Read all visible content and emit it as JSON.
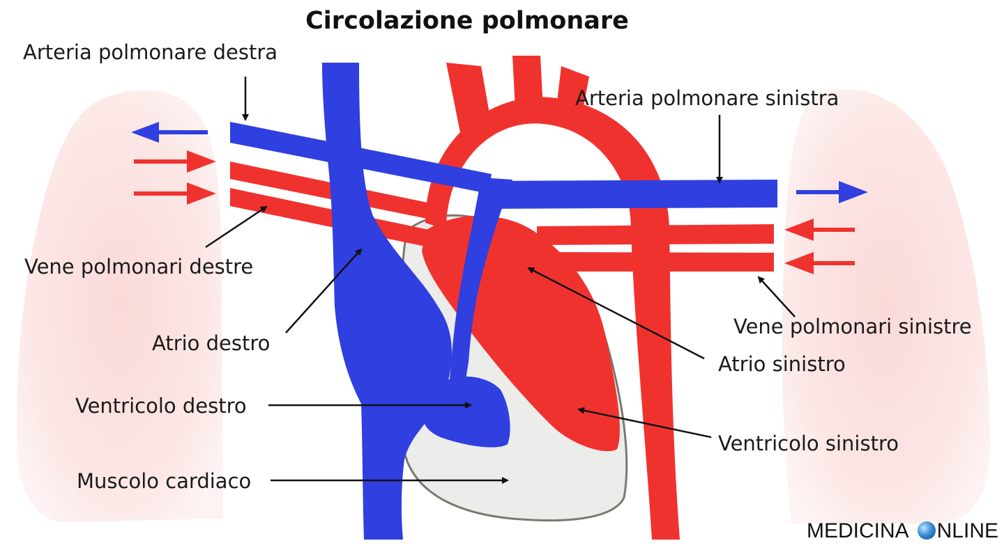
{
  "title": "Circolazione polmonare",
  "labels": {
    "arteria_dx": "Arteria polmonare destra",
    "arteria_sx": "Arteria polmonare sinistra",
    "vene_dx": "Vene polmonari destre",
    "vene_sx": "Vene polmonari sinistre",
    "atrio_dx": "Atrio destro",
    "atrio_sx": "Atrio sinistro",
    "ventricolo_dx": "Ventricolo destro",
    "ventricolo_sx": "Ventricolo sinistro",
    "muscolo": "Muscolo cardiaco"
  },
  "watermark": {
    "part1": "MEDICINA",
    "part2": "NLINE"
  },
  "colors": {
    "deoxygenated": "#2f3fe0",
    "oxygenated": "#f0322f",
    "muscle": "#ececea",
    "lung": "#f8d6d4",
    "arrow": "#111111"
  }
}
